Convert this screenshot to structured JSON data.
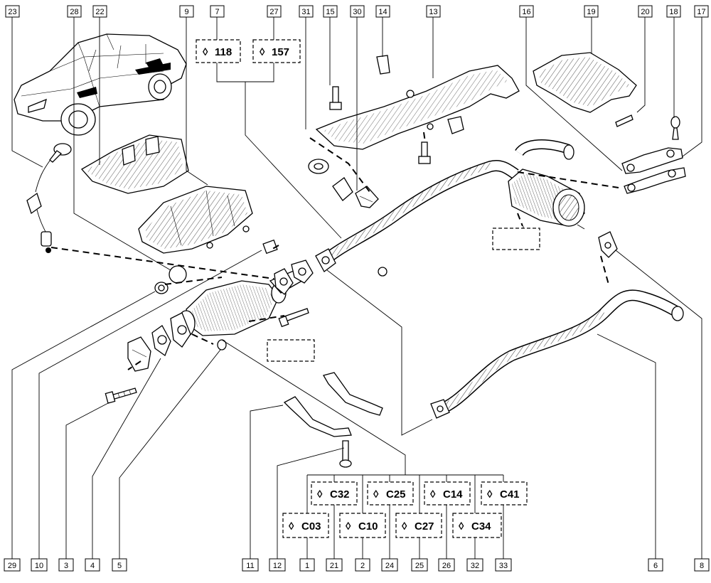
{
  "diagram": {
    "top_callouts": [
      "23",
      "28",
      "22",
      "9",
      "7",
      "27",
      "31",
      "15",
      "30",
      "14",
      "13",
      "16",
      "19",
      "20",
      "18",
      "17"
    ],
    "bottom_callouts": [
      "29",
      "10",
      "3",
      "4",
      "5",
      "11",
      "12",
      "1",
      "21",
      "2",
      "24",
      "25",
      "26",
      "32",
      "33",
      "6",
      "8"
    ],
    "engine_variants": [
      "118",
      "157"
    ],
    "upper_codes": [
      "C32",
      "C25",
      "C14",
      "C41"
    ],
    "lower_codes": [
      "C03",
      "C10",
      "C27",
      "C34"
    ],
    "variant_symbol": "◊"
  }
}
